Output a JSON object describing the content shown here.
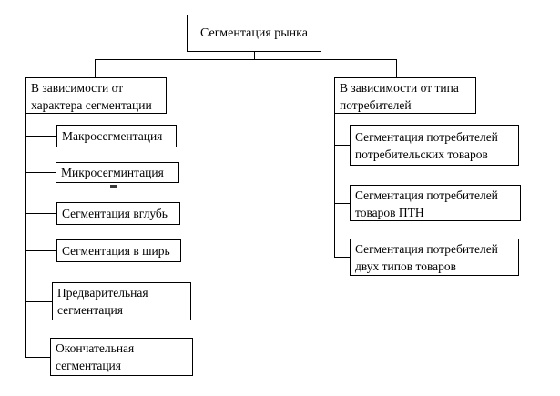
{
  "tree": {
    "root": "Сегментация рынка",
    "branches": [
      {
        "header": "В зависимости от характера сегментации",
        "items": [
          "Макросегментация",
          "Микросегминтация",
          "Сегментация вглубь",
          "Сегментация в ширь",
          "Предварительная сегментация",
          "Окончательная сегментация"
        ]
      },
      {
        "header": "В зависимости от типа потребителей",
        "items": [
          "Сегментация потребителей потребительских товаров",
          "Сегментация потребителей товаров ПТН",
          "Сегментация потребителей двух типов товаров"
        ]
      }
    ]
  },
  "colors": {
    "border": "#000000",
    "background": "#ffffff",
    "text": "#000000"
  }
}
